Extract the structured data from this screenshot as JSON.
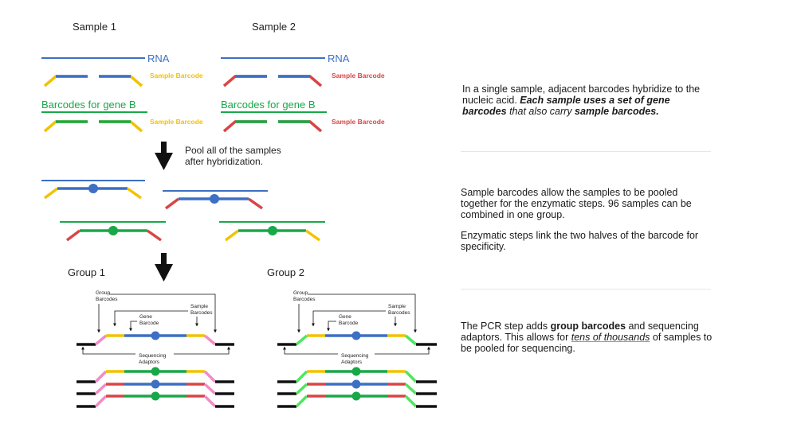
{
  "labels": {
    "sample1": "Sample 1",
    "sample2": "Sample 2",
    "rna": "RNA",
    "sample_barcode": "Sample Barcode",
    "gene_b": "Barcodes for gene B",
    "pool_line1": "Pool all of the samples",
    "pool_line2": "after hybridization.",
    "group1": "Group 1",
    "group2": "Group 2",
    "group_barcodes_1": "Group",
    "group_barcodes_2": "Barcodes",
    "gene_barcode_1": "Gene",
    "gene_barcode_2": "Barcode",
    "sample_barcodes_1": "Sample",
    "sample_barcodes_2": "Barcodes",
    "seq_adaptors_1": "Sequencing",
    "seq_adaptors_2": "Adaptors"
  },
  "colors": {
    "blue": "#3d6fc4",
    "green": "#18a848",
    "yellow": "#f2c200",
    "red": "#d94545",
    "pink": "#f08cc8",
    "lime": "#4ee660",
    "black": "#111111"
  },
  "panel": {
    "p1_a": "In a single sample, adjacent barcodes hybridize to the nucleic acid. ",
    "p1_b": "Each sample uses a set of gene barcodes",
    "p1_c": " that also carry ",
    "p1_d": "sample barcodes",
    "p1_e": ".",
    "p2": "Sample barcodes allow the samples to be pooled together for the enzymatic steps. 96 samples can be combined in one group.",
    "p3": "Enzymatic steps link the two halves of the barcode for specificity.",
    "p4_a": "The PCR step adds ",
    "p4_b": "group barcodes",
    "p4_c": " and sequencing adaptors. This allows for ",
    "p4_d": "tens of thousands",
    "p4_e": " of samples to be pooled for sequencing."
  }
}
